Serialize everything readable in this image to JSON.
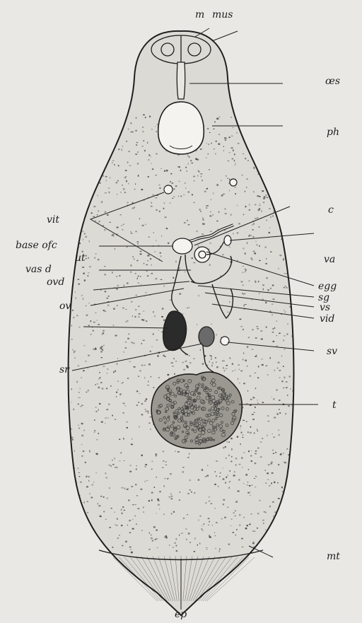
{
  "labels": {
    "m": "m",
    "mus": "mus",
    "oes": "œs",
    "ph": "ph",
    "c": "c",
    "vit": "vit",
    "base_ofc": "base ofc",
    "ut": "ut",
    "vas_d": "vas d",
    "ovd": "ovd",
    "ov": "ov",
    "sr": "sr",
    "va": "va",
    "egg": "egg",
    "sg": "sg",
    "vs": "vs",
    "vid": "vid",
    "sv": "sv",
    "t": "t",
    "mt": "mt",
    "ep": "ep"
  },
  "colors": {
    "background": "#e9e8e4",
    "ink": "#1f1f1f",
    "body_fill": "#dcdad4",
    "stipple": "#3a3a3a"
  }
}
